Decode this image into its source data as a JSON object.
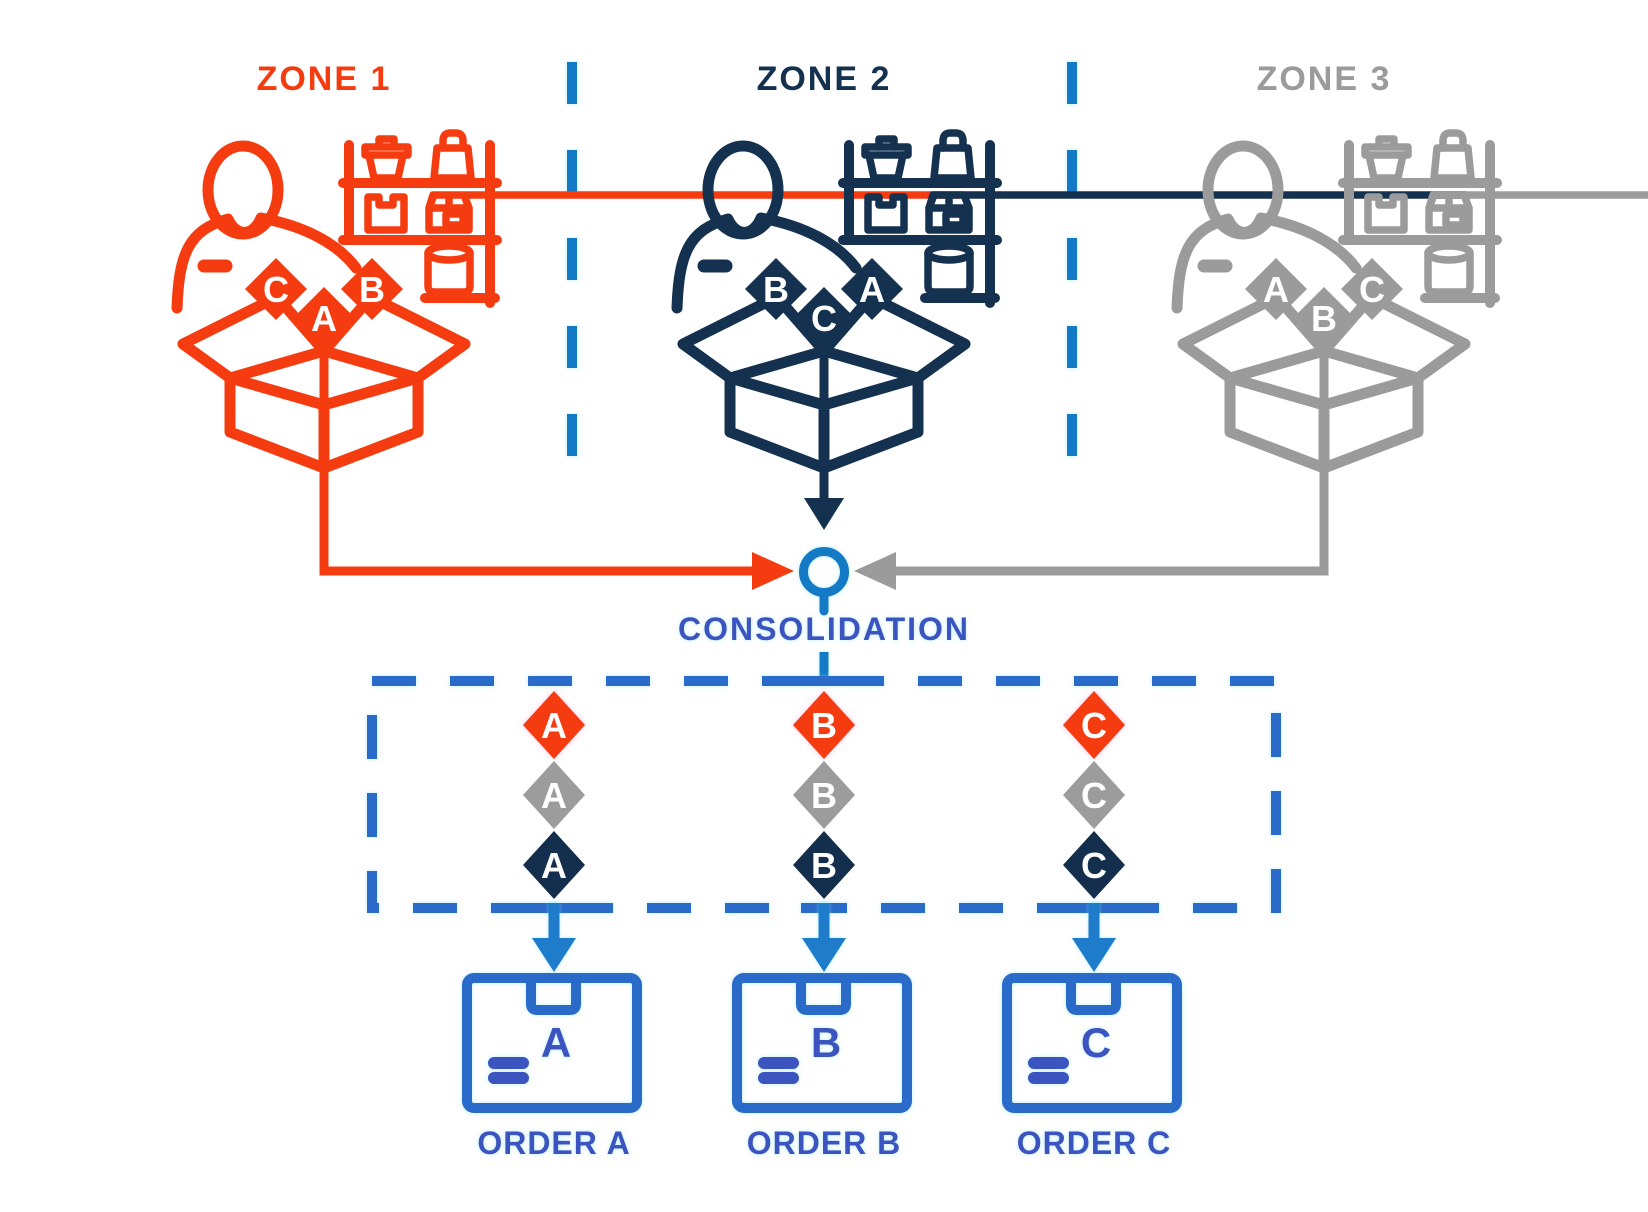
{
  "diagram": {
    "zones": [
      {
        "label": "ZONE 1",
        "color": "#F53C11",
        "picked_items": {
          "left": "C",
          "center": "A",
          "right": "B"
        }
      },
      {
        "label": "ZONE 2",
        "color": "#14314F",
        "picked_items": {
          "left": "B",
          "center": "C",
          "right": "A"
        }
      },
      {
        "label": "ZONE 3",
        "color": "#9B9B9B",
        "picked_items": {
          "left": "A",
          "center": "B",
          "right": "C"
        }
      }
    ],
    "consolidation": {
      "label": "CONSOLIDATION",
      "node_color": "#147AC6",
      "text_color": "#3B54C0"
    },
    "sorting_area": {
      "border_color": "#2A6AC8",
      "columns": [
        {
          "letter": "A"
        },
        {
          "letter": "B"
        },
        {
          "letter": "C"
        }
      ],
      "rows": [
        {
          "color": "#F53C11"
        },
        {
          "color": "#9C9C9C"
        },
        {
          "color": "#142E4D"
        }
      ]
    },
    "orders": [
      {
        "box_letter": "A",
        "label": "ORDER A"
      },
      {
        "box_letter": "B",
        "label": "ORDER B"
      },
      {
        "box_letter": "C",
        "label": "ORDER C"
      }
    ],
    "palette": {
      "separator_blue": "#147AC6",
      "mid_blue": "#2A6AC8",
      "order_arrow_blue": "#1F7CCB",
      "indigo_text": "#3B54C0",
      "diamond_letter_white": "#FFFFFF"
    }
  }
}
